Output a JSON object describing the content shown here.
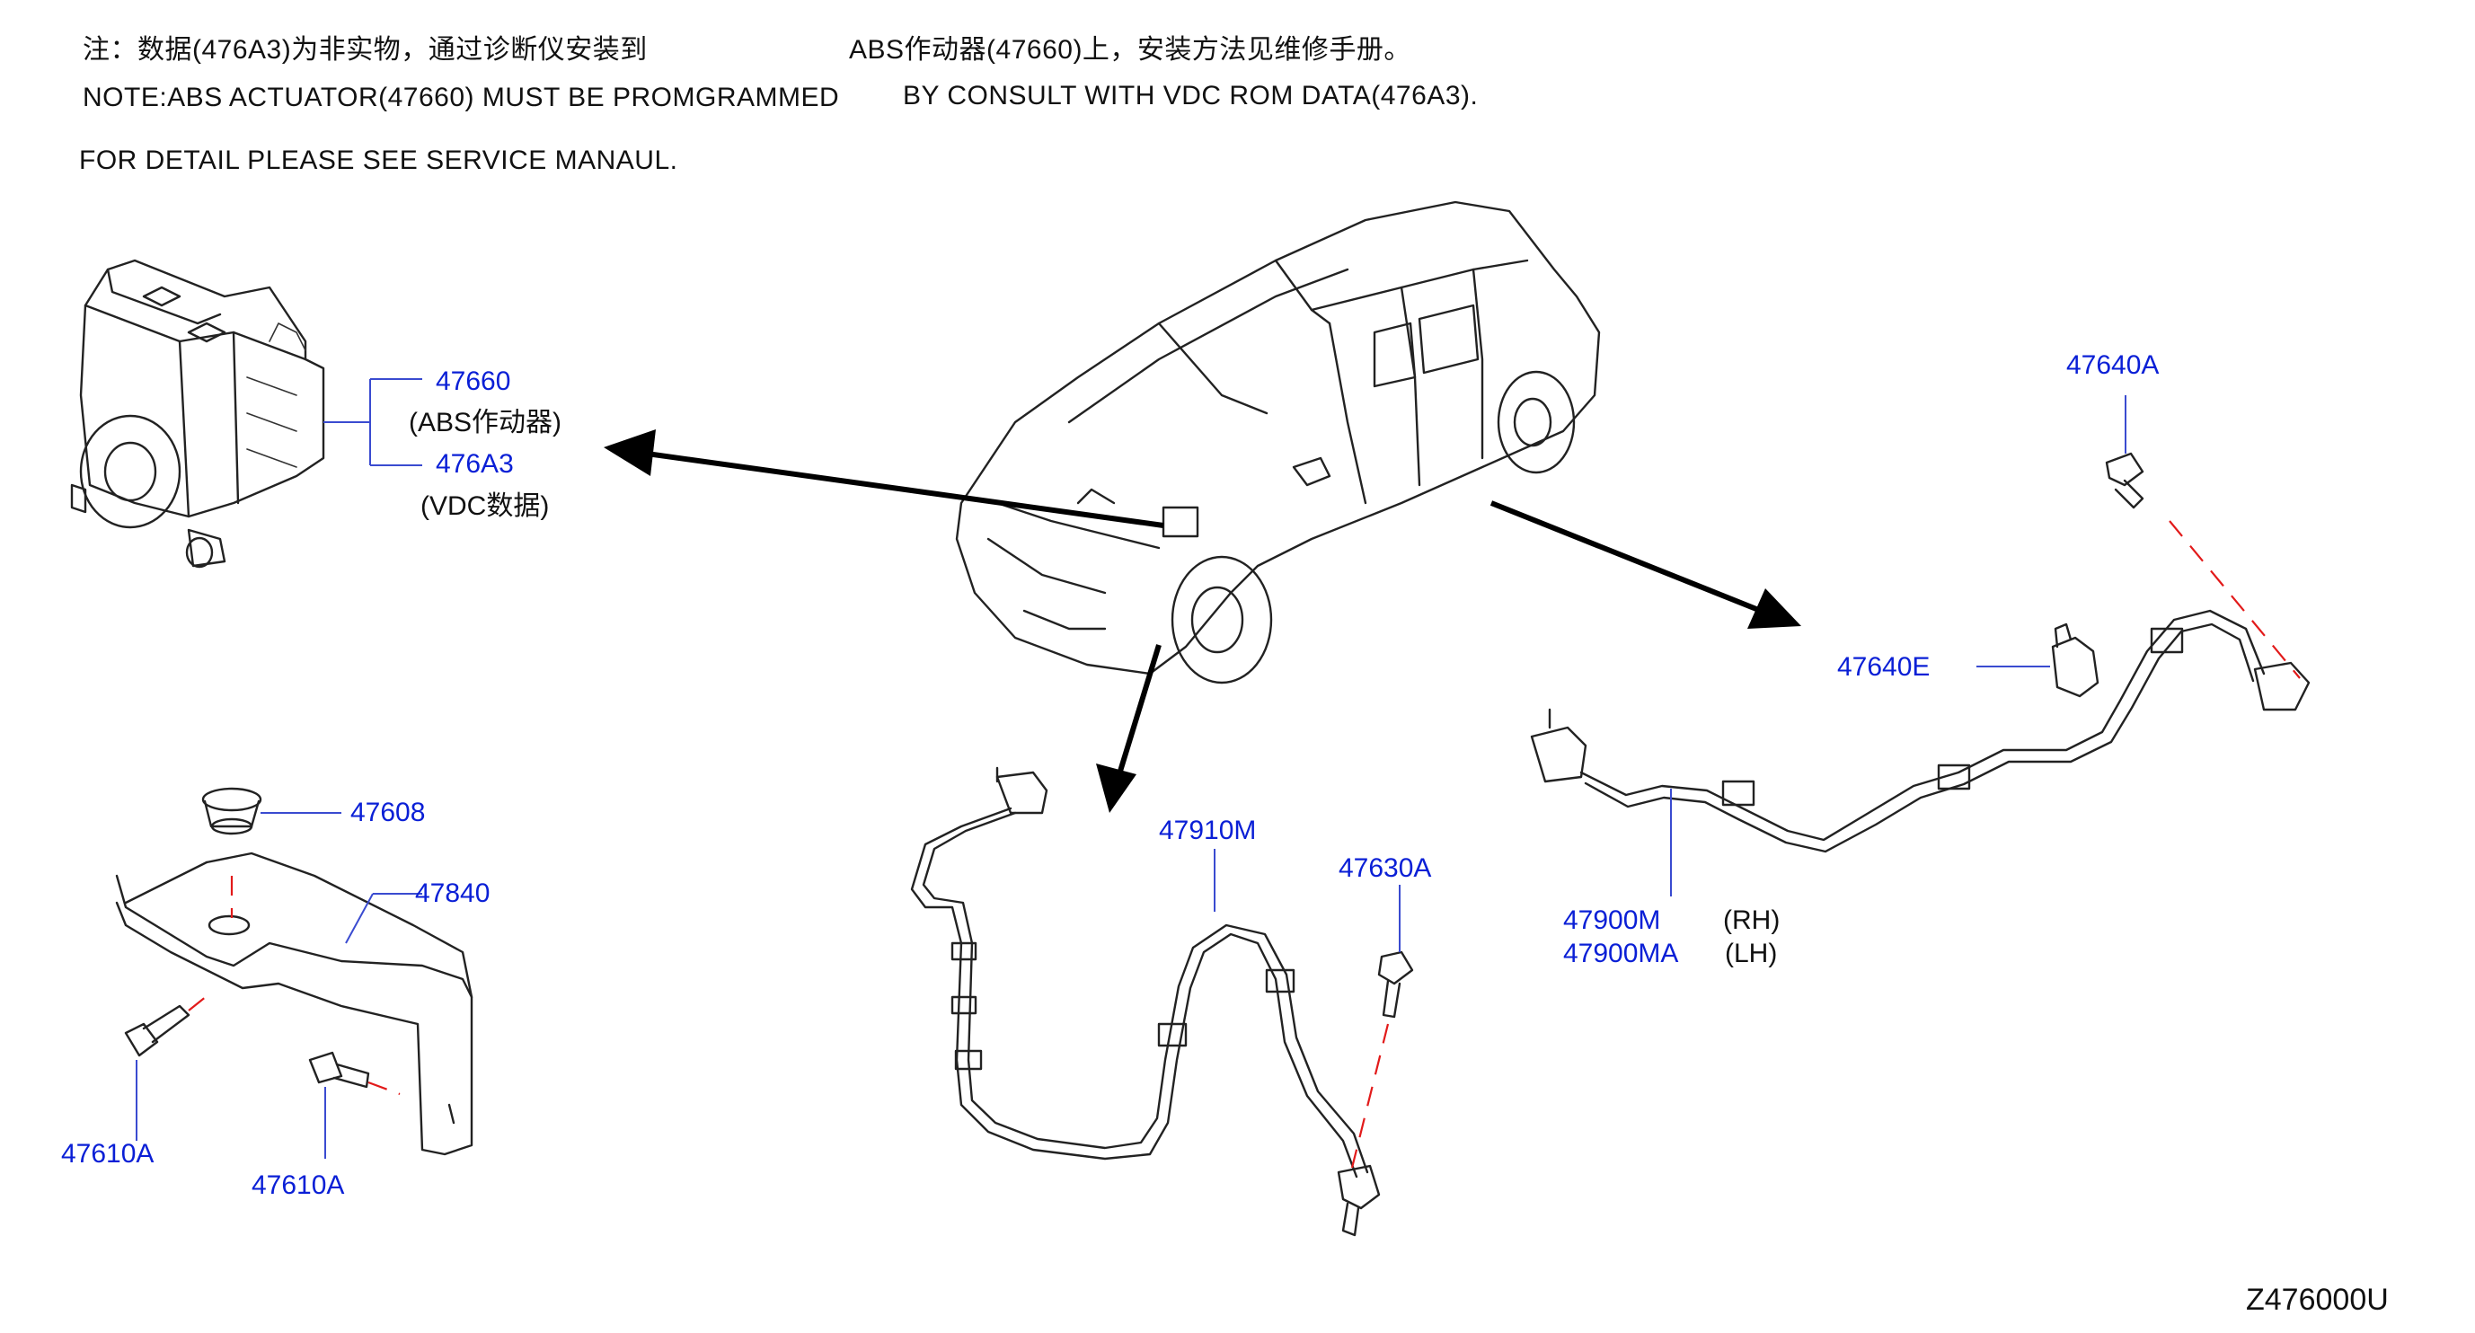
{
  "notes": {
    "line1_a": "注：数据(476A3)为非实物，通过诊断仪安装到",
    "line1_b": "ABS作动器(47660)上，安装方法见维修手册。",
    "line2_a": "NOTE:ABS  ACTUATOR(47660)  MUST  BE  PROMGRAMMED",
    "line2_b": "BY  CONSULT  WITH  VDC  ROM  DATA(476A3).",
    "line3": "FOR  DETAIL  PLEASE  SEE  SERVICE  MANAUL."
  },
  "parts": {
    "abs_actuator": {
      "number": "47660",
      "desc": "(ABS作动器)"
    },
    "vdc_data": {
      "number": "476A3",
      "desc": "(VDC数据)"
    },
    "grommet": {
      "number": "47608"
    },
    "bracket": {
      "number": "47840"
    },
    "bolt_left": {
      "number": "47610A"
    },
    "bolt_right": {
      "number": "47610A"
    },
    "front_sensor": {
      "number": "47910M"
    },
    "front_bolt": {
      "number": "47630A"
    },
    "rear_bolt": {
      "number": "47640A"
    },
    "rear_clip": {
      "number": "47640E"
    },
    "rear_sensor_rh": {
      "number": "47900M",
      "side": "(RH)"
    },
    "rear_sensor_lh": {
      "number": "47900MA",
      "side": "(LH)"
    }
  },
  "diagram_code": "Z476000U",
  "colors": {
    "part_number": "#0a1fd6",
    "text": "#111111",
    "centerline": "#e21a1a"
  }
}
